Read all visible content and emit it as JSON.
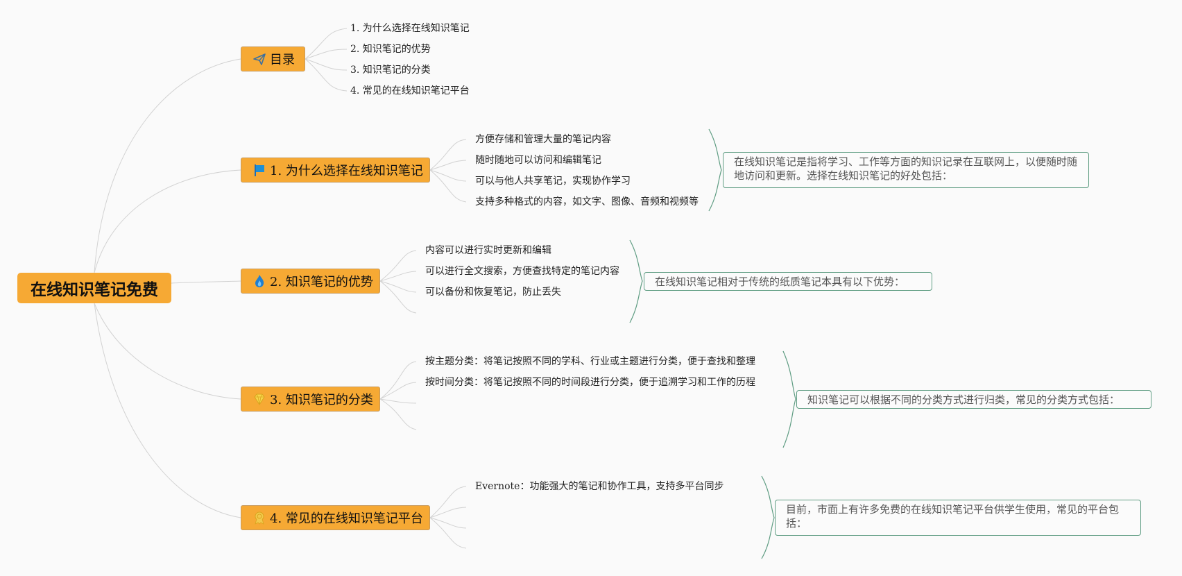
{
  "root": {
    "label": "在线知识笔记免费"
  },
  "topics": [
    {
      "label": "目录",
      "icon": "paper-plane-icon",
      "items": [
        "1. 为什么选择在线知识笔记",
        "2. 知识笔记的优势",
        "3. 知识笔记的分类",
        "4. 常见的在线知识笔记平台"
      ]
    },
    {
      "label": "1. 为什么选择在线知识笔记",
      "icon": "flag-icon",
      "items": [
        "方便存储和管理大量的笔记内容",
        "随时随地可以访问和编辑笔记",
        "可以与他人共享笔记，实现协作学习",
        "支持多种格式的内容，如文字、图像、音频和视频等"
      ],
      "summary": "在线知识笔记是指将学习、工作等方面的知识记录在互联网上，以便随时随地访问和更新。选择在线知识笔记的好处包括："
    },
    {
      "label": "2. 知识笔记的优势",
      "icon": "flame-icon",
      "items": [
        "内容可以进行实时更新和编辑",
        "可以进行全文搜索，方便查找特定的笔记内容",
        "可以备份和恢复笔记，防止丢失"
      ],
      "summary": "在线知识笔记相对于传统的纸质笔记本具有以下优势："
    },
    {
      "label": "3. 知识笔记的分类",
      "icon": "gem-icon",
      "items": [
        "按主题分类：将笔记按照不同的学科、行业或主题进行分类，便于查找和整理",
        "按时间分类：将笔记按照不同的时间段进行分类，便于追溯学习和工作的历程"
      ],
      "summary": "知识笔记可以根据不同的分类方式进行归类，常见的分类方式包括："
    },
    {
      "label": "4. 常见的在线知识笔记平台",
      "icon": "award-icon",
      "items": [
        "Evernote：功能强大的笔记和协作工具，支持多平台同步"
      ],
      "summary": "目前，市面上有许多免费的在线知识笔记平台供学生使用，常见的平台包括："
    }
  ],
  "colors": {
    "node_fill": "#f6a934",
    "connector": "#d0d0d0",
    "summary_border": "#5e9c82"
  }
}
